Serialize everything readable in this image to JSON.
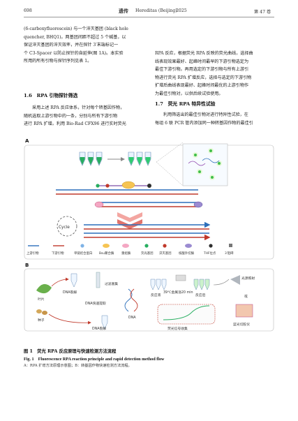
{
  "header": {
    "page_number": "698",
    "journal": "Hereditas (Beijing)",
    "journal_cn": "遗传",
    "year": "2025",
    "volume": "第 47 卷"
  },
  "left_col": {
    "lines": [
      "(6-carboxyfluorescein) 与一个淬灭基团 (black hole",
      "quencher, BHQ1)。两基团间距不超过 5 个碱基，以",
      "保证淬灭基团的淬灭效率，并在探针 3′末端标记一",
      "个 C3-Spacer 以防止探针的自延伸(图 1A)。本实验",
      "所用的所有引物与探针序列见表 1。"
    ],
    "section_title": "1.6　RPA 引物探针筛选",
    "section_lines": [
      "采用上述 RPA 反应体系，针对每个转基因作物，",
      "随机选取上游引物中的一条，分别与所有下游引物",
      "进行 RPA 扩增。利用 Bio-Rad CFX96 进行实时荧光"
    ]
  },
  "right_col": {
    "lines": [
      "RPA 反应，根据荧光 RPA 反映的荧光曲线，选择曲",
      "线表现效果最好、起峰时间最早的下游引物选定为",
      "最佳下游引物。再用选定的下游引物与所有上游引",
      "物进行荧光 RPA 扩增反应，选择与选定的下游引物",
      "扩增后曲线表现最好、起峰时间最优的上游引物作",
      "为最佳引物对，以供后续试验使用。"
    ],
    "section_title": "1.7　荧光 RPA 特异性试验",
    "section_lines": [
      "利用筛选出的最佳引物对进行特异性试验，在",
      "每组 6 联 PCR 管内添加同一种转基因作物的最佳引"
    ]
  },
  "figure": {
    "panel_a": "A",
    "panel_b": "B",
    "cycle_label": "Cycle",
    "legend": [
      "上游引物",
      "下游引物",
      "单链结合蛋白",
      "Bsu聚合酶",
      "重组酶",
      "荧光基团",
      "淬灭基团",
      "核酸外切酶",
      "THF位点",
      "3′阻碍"
    ],
    "b_labels": {
      "dna_cleave_top": "DNA裂解",
      "filter_collect": "过滤富集",
      "dna_fast_extract": "DNA快速提取",
      "leaf": "叶片",
      "seed": "种子",
      "dna_cleave_bottom": "DNA裂解",
      "dna": "DNA",
      "reaction_liquid": "反应液",
      "temp_time": "39℃金属浴20 min",
      "reaction_post": "反应后",
      "fluor_collect": "荧光信号收集",
      "uv_light": "光源照射",
      "or": "或",
      "blue_gel": "蓝光切胶仪"
    }
  },
  "caption": {
    "cn": "图 1　荧光 RPA 反应原理与快速检测方法流程",
    "en": "Fig. 1　Fluorescence RPA reaction principle and rapid detection method flow",
    "note": "A：RPA 扩增方法原理示意图；B：转基因作物快速检测方法流程。"
  }
}
